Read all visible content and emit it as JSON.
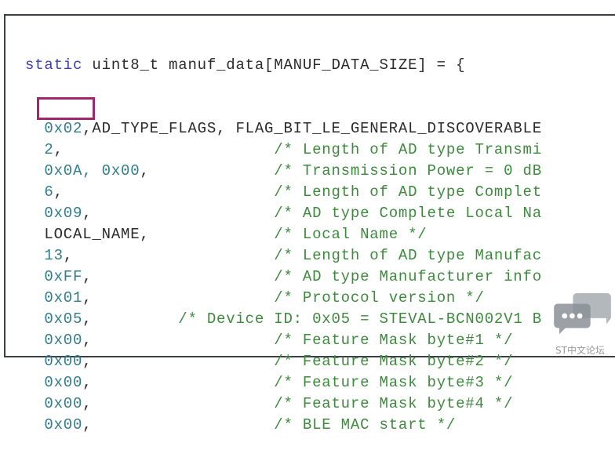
{
  "code": {
    "declaration": {
      "keyword": "static",
      "rest": " uint8_t manuf_data[MANUF_DATA_SIZE] = {"
    },
    "lines": [
      {
        "value": "0x02",
        "rest": ",AD_TYPE_FLAGS, FLAG_BIT_LE_GENERAL_DISCOVERABLE",
        "pad": "",
        "comment": ""
      },
      {
        "value": "2",
        "rest": ",",
        "pad": "                      ",
        "comment": "/* Length of AD type Transmi"
      },
      {
        "value": "0x0A, 0x00",
        "rest": ",",
        "pad": "             ",
        "comment": "/* Transmission Power = 0 dB"
      },
      {
        "value": "6",
        "rest": ",",
        "pad": "                      ",
        "comment": "/* Length of AD type Complet"
      },
      {
        "value": "0x09",
        "rest": ",",
        "pad": "                   ",
        "comment": "/* AD type Complete Local Na"
      },
      {
        "value": "",
        "rest": "LOCAL_NAME,",
        "pad": "             ",
        "comment": "/* Local Name */"
      },
      {
        "value": "13",
        "rest": ",",
        "pad": "                     ",
        "comment": "/* Length of AD type Manufac"
      },
      {
        "value": "0xFF",
        "rest": ",",
        "pad": "                   ",
        "comment": "/* AD type Manufacturer info"
      },
      {
        "value": "0x01",
        "rest": ",",
        "pad": "                   ",
        "comment": "/* Protocol version */"
      },
      {
        "value": "0x05",
        "rest": ",",
        "pad": "         ",
        "comment": "/* Device ID: 0x05 = STEVAL-BCN002V1 B"
      },
      {
        "value": "0x00",
        "rest": ",",
        "pad": "                   ",
        "comment": "/* Feature Mask byte#1 */"
      },
      {
        "value": "0x00",
        "rest": ",",
        "pad": "                   ",
        "comment": "/* Feature Mask byte#2 */"
      },
      {
        "value": "0x00",
        "rest": ",",
        "pad": "                   ",
        "comment": "/* Feature Mask byte#3 */"
      },
      {
        "value": "0x00",
        "rest": ",",
        "pad": "                   ",
        "comment": "/* Feature Mask byte#4 */"
      },
      {
        "value": "0x00",
        "rest": ",",
        "pad": "                   ",
        "comment": "/* BLE MAC start */"
      }
    ]
  },
  "watermark": {
    "text": "ST中文论坛"
  },
  "colors": {
    "keyword": "#3b3fa8",
    "number": "#2f7d8c",
    "comment": "#3d8a3d",
    "highlight": "#a1256f"
  }
}
